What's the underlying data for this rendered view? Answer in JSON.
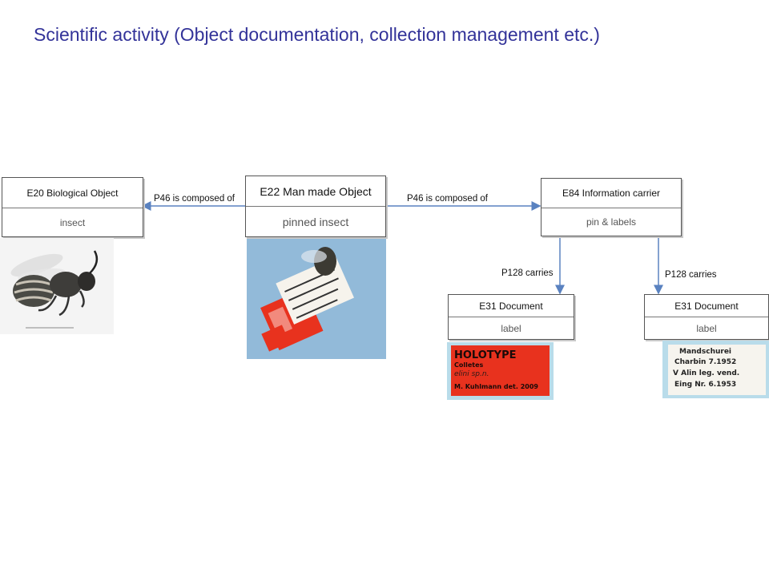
{
  "title": "Scientific activity (Object documentation, collection management etc.)",
  "colors": {
    "title": "#333399",
    "arrow": "#5a82c0",
    "red_label": "#e8321e",
    "photo_bg": "#8fb8d8"
  },
  "nodes": {
    "biological": {
      "class_label": "E20 Biological Object",
      "instance_label": "insect"
    },
    "man_made": {
      "class_label": "E22 Man made Object",
      "instance_label": "pinned insect"
    },
    "info_carrier": {
      "class_label": "E84 Information carrier",
      "instance_label": "pin & labels"
    },
    "document_1": {
      "class_label": "E31 Document",
      "instance_label": "label"
    },
    "document_2": {
      "class_label": "E31 Document",
      "instance_label": "label"
    }
  },
  "relations": {
    "composed_left": "P46 is composed of",
    "composed_right": "P46 is composed of",
    "carries_1": "P128 carries",
    "carries_2": "P128 carries"
  },
  "images": {
    "holotype_label": {
      "line1": "HOLOTYPE",
      "line2": "Colletes",
      "line3": "elini sp.n.",
      "line4": "M. Kuhlmann det. 2009"
    },
    "locality_label": {
      "line1": "Mandschurei",
      "line2": "Charbin 7.1952",
      "line3": "V Alin leg. vend.",
      "line4": "Eing Nr. 6.1953"
    },
    "icons": [
      "bee-specimen-photo",
      "pinned-specimen-photo",
      "holotype-label-photo",
      "locality-label-photo"
    ]
  }
}
